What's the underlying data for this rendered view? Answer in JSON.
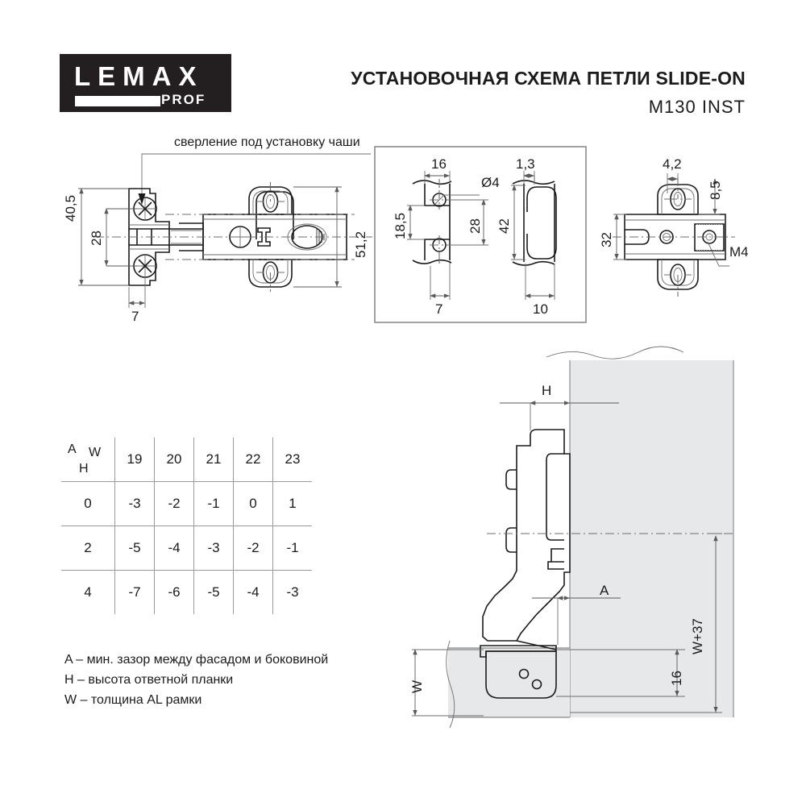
{
  "header": {
    "logo_word": "LEMAX",
    "logo_sub": "PROF",
    "title": "УСТАНОВОЧНАЯ СХЕМА ПЕТЛИ SLIDE-ON",
    "subtitle": "M130 INST"
  },
  "annotations": {
    "cup_note": "сверление под установку чаши"
  },
  "hinge_plan_dims": {
    "d_40_5": "40,5",
    "d_28": "28",
    "d_7": "7",
    "d_51_2": "51,2"
  },
  "plate_detail_dims": {
    "d_16": "16",
    "d_diam4": "Ø4",
    "d_18_5": "18,5",
    "d_28": "28",
    "d_7": "7",
    "d_1_3": "1,3",
    "d_42": "42",
    "d_10": "10"
  },
  "mount_plate_dims": {
    "d_4_2": "4,2",
    "d_8_5": "8,5",
    "d_32": "32",
    "thread": "M4"
  },
  "assembly_dims": {
    "label_H": "H",
    "label_A": "A",
    "label_W": "W",
    "label_W37": "W+37",
    "d_16": "16"
  },
  "table": {
    "corner": {
      "a": "A",
      "w": "W",
      "h": "H"
    },
    "columns": [
      "19",
      "20",
      "21",
      "22",
      "23"
    ],
    "rows": [
      {
        "h": "0",
        "values": [
          "-3",
          "-2",
          "-1",
          "0",
          "1"
        ]
      },
      {
        "h": "2",
        "values": [
          "-5",
          "-4",
          "-3",
          "-2",
          "-1"
        ]
      },
      {
        "h": "4",
        "values": [
          "-7",
          "-6",
          "-5",
          "-4",
          "-3"
        ]
      }
    ]
  },
  "legend": [
    "A – мин. зазор между фасадом и боковиной",
    "H – высота ответной планки",
    "W – толщина AL рамки"
  ],
  "colors": {
    "ink": "#1b1b1b",
    "panel_fill": "#e6e8e9",
    "rule": "#8a8a8a",
    "logo_bg": "#231f20"
  }
}
